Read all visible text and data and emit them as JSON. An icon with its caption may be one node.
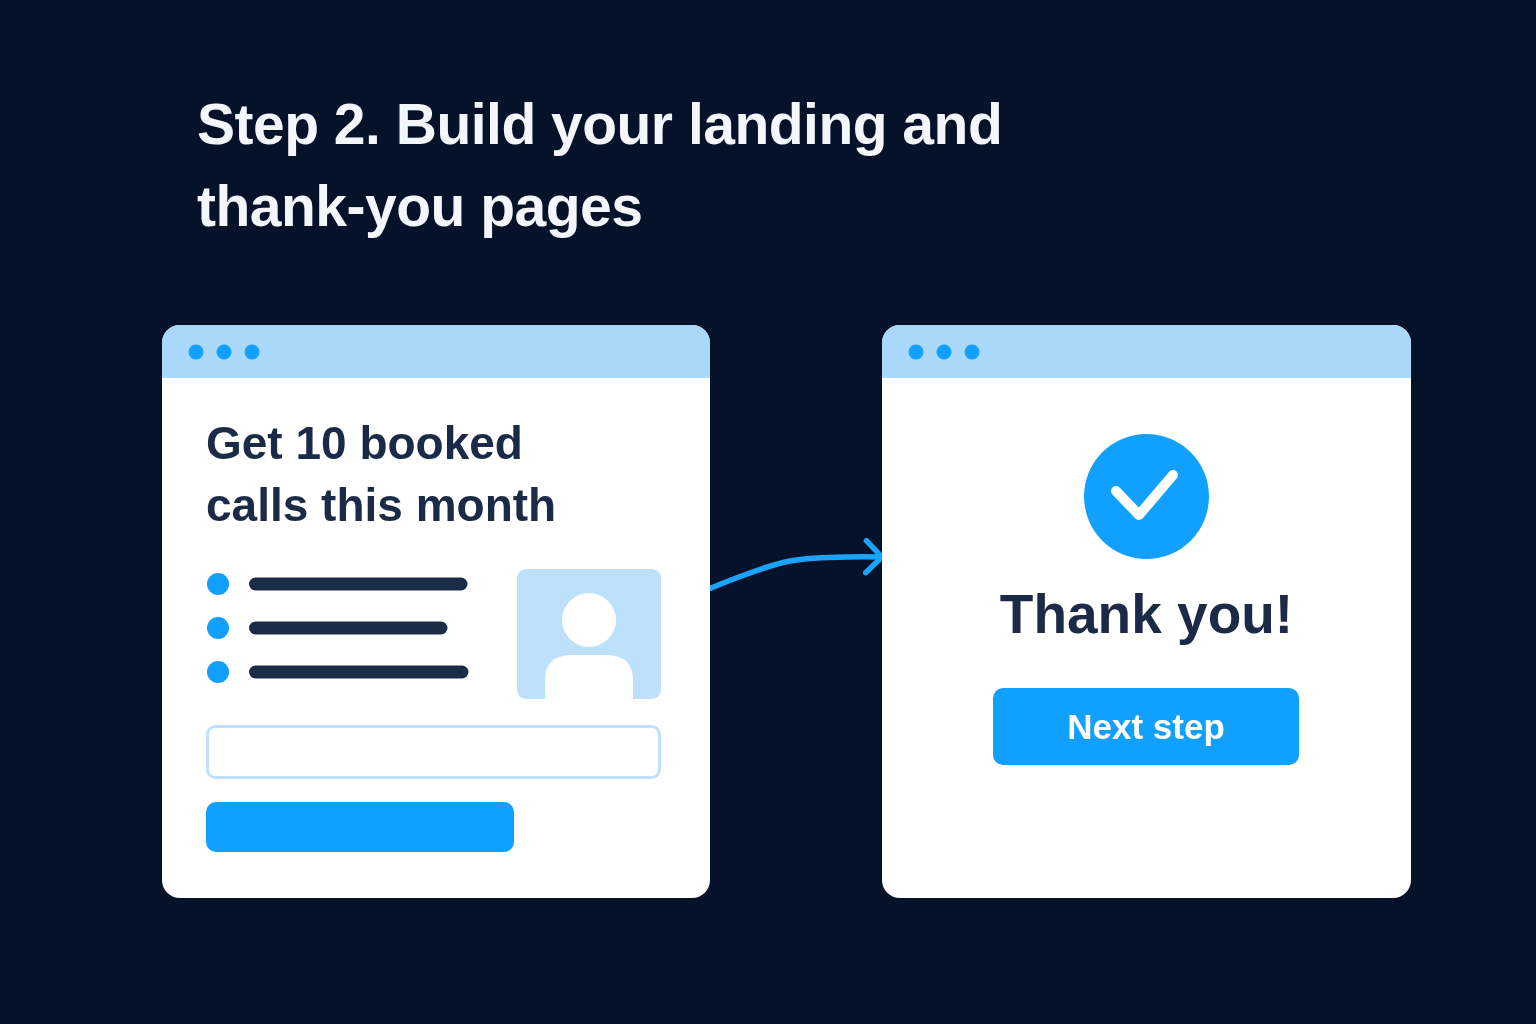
{
  "diagram": {
    "title": "Step 2. Build your landing and thank-you pages",
    "nodes": [
      {
        "text": [
          "Get 10 booked calls this month"
        ]
      },
      {
        "text": [
          "Thank you!"
        ]
      },
      {
        "text": [
          "Next step"
        ],
        "in": 1
      }
    ],
    "edges": [
      {
        "from": 0,
        "to": 1,
        "arrow": "to"
      }
    ]
  }
}
